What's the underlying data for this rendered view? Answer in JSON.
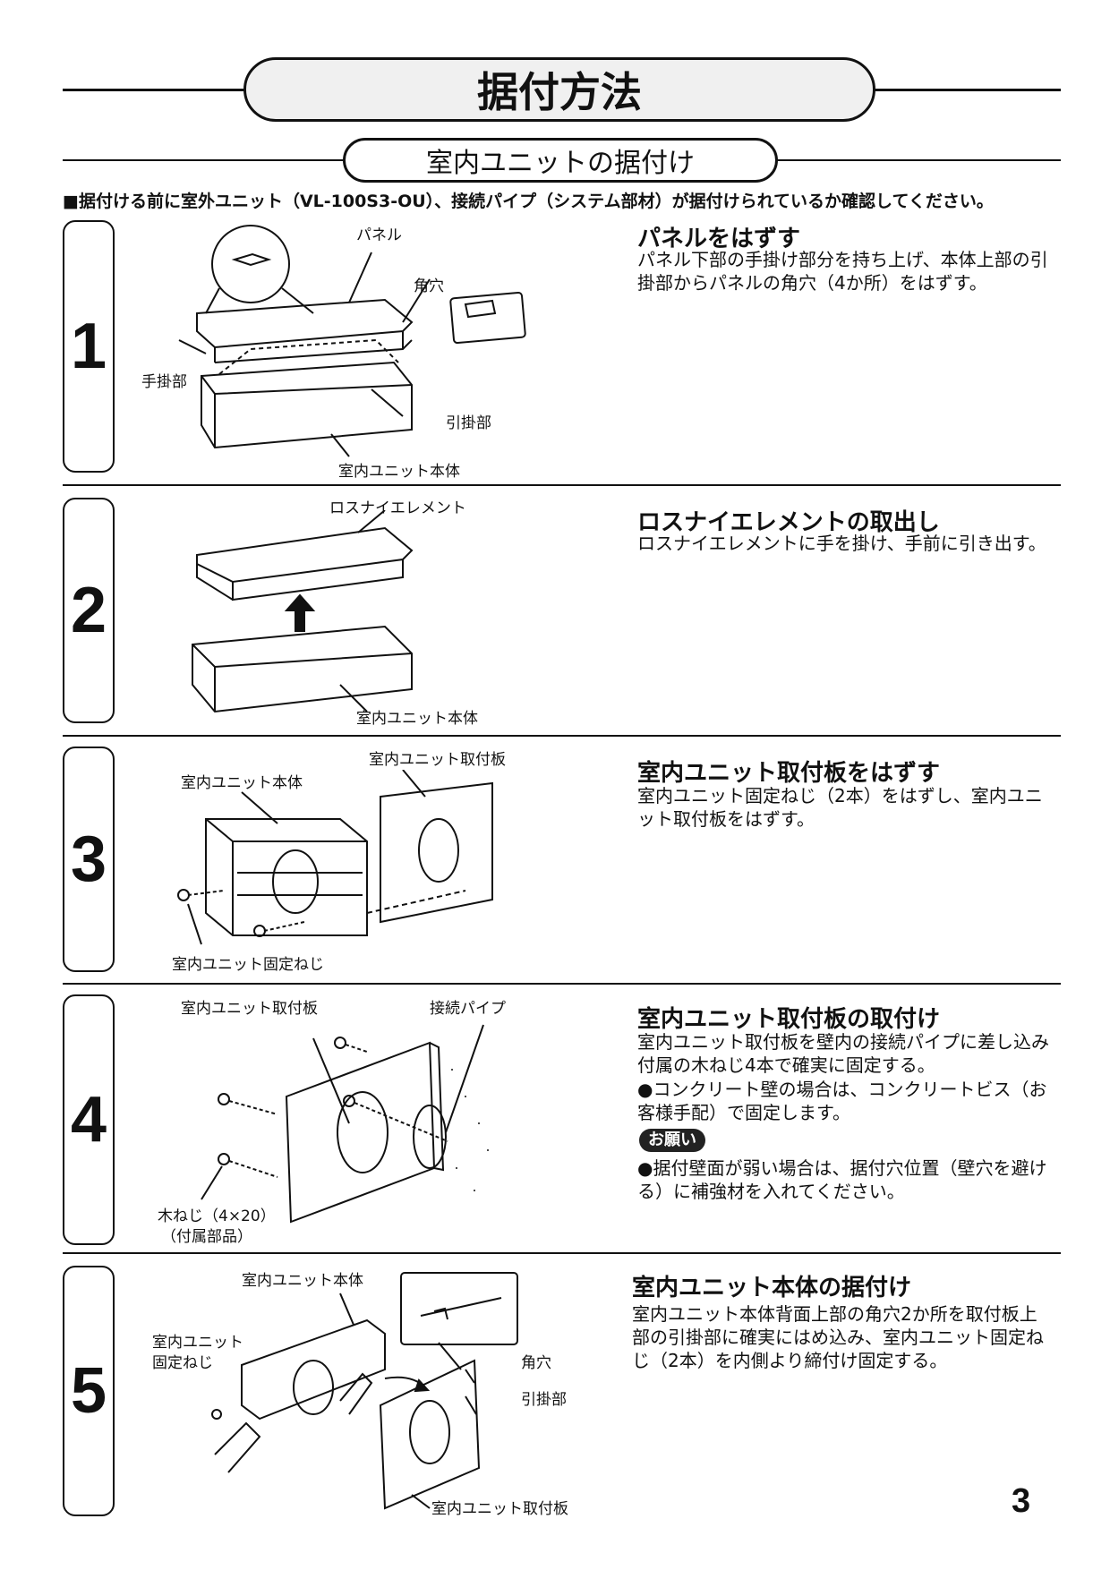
{
  "header": {
    "main_title": "据付方法",
    "sub_title": "室内ユニットの据付け",
    "notice": "■据付ける前に室外ユニット（VL-100S3-OU）、接続パイプ（システム部材）が据付けられているか確認してください。"
  },
  "steps": [
    {
      "number": "1",
      "title": "パネルをはずす",
      "text": "パネル下部の手掛け部分を持ち上げ、本体上部の引掛部からパネルの角穴（4か所）をはずす。",
      "labels": [
        "パネル",
        "角穴",
        "手掛部",
        "引掛部",
        "室内ユニット本体"
      ]
    },
    {
      "number": "2",
      "title": "ロスナイエレメントの取出し",
      "text": "ロスナイエレメントに手を掛け、手前に引き出す。",
      "labels": [
        "ロスナイエレメント",
        "室内ユニット本体"
      ]
    },
    {
      "number": "3",
      "title": "室内ユニット取付板をはずす",
      "text": "室内ユニット固定ねじ（2本）をはずし、室内ユニット取付板をはずす。",
      "labels": [
        "室内ユニット取付板",
        "室内ユニット本体",
        "室内ユニット固定ねじ"
      ]
    },
    {
      "number": "4",
      "title": "室内ユニット取付板の取付け",
      "text": "室内ユニット取付板を壁内の接続パイプに差し込み付属の木ねじ4本で確実に固定する。",
      "bullet1": "●コンクリート壁の場合は、コンクリートビス（お客様手配）で固定します。",
      "badge": "お願い",
      "bullet2": "●据付壁面が弱い場合は、据付穴位置（壁穴を避ける）に補強材を入れてください。",
      "labels": [
        "室内ユニット取付板",
        "接続パイプ",
        "木ねじ（4×20）",
        "（付属部品）"
      ]
    },
    {
      "number": "5",
      "title": "室内ユニット本体の据付け",
      "text": "室内ユニット本体背面上部の角穴2か所を取付板上部の引掛部に確実にはめ込み、室内ユニット固定ねじ（2本）を内側より締付け固定する。",
      "labels": [
        "室内ユニット本体",
        "室内ユニット",
        "固定ねじ",
        "角穴",
        "引掛部",
        "室内ユニット取付板"
      ]
    }
  ],
  "page_number": "3"
}
